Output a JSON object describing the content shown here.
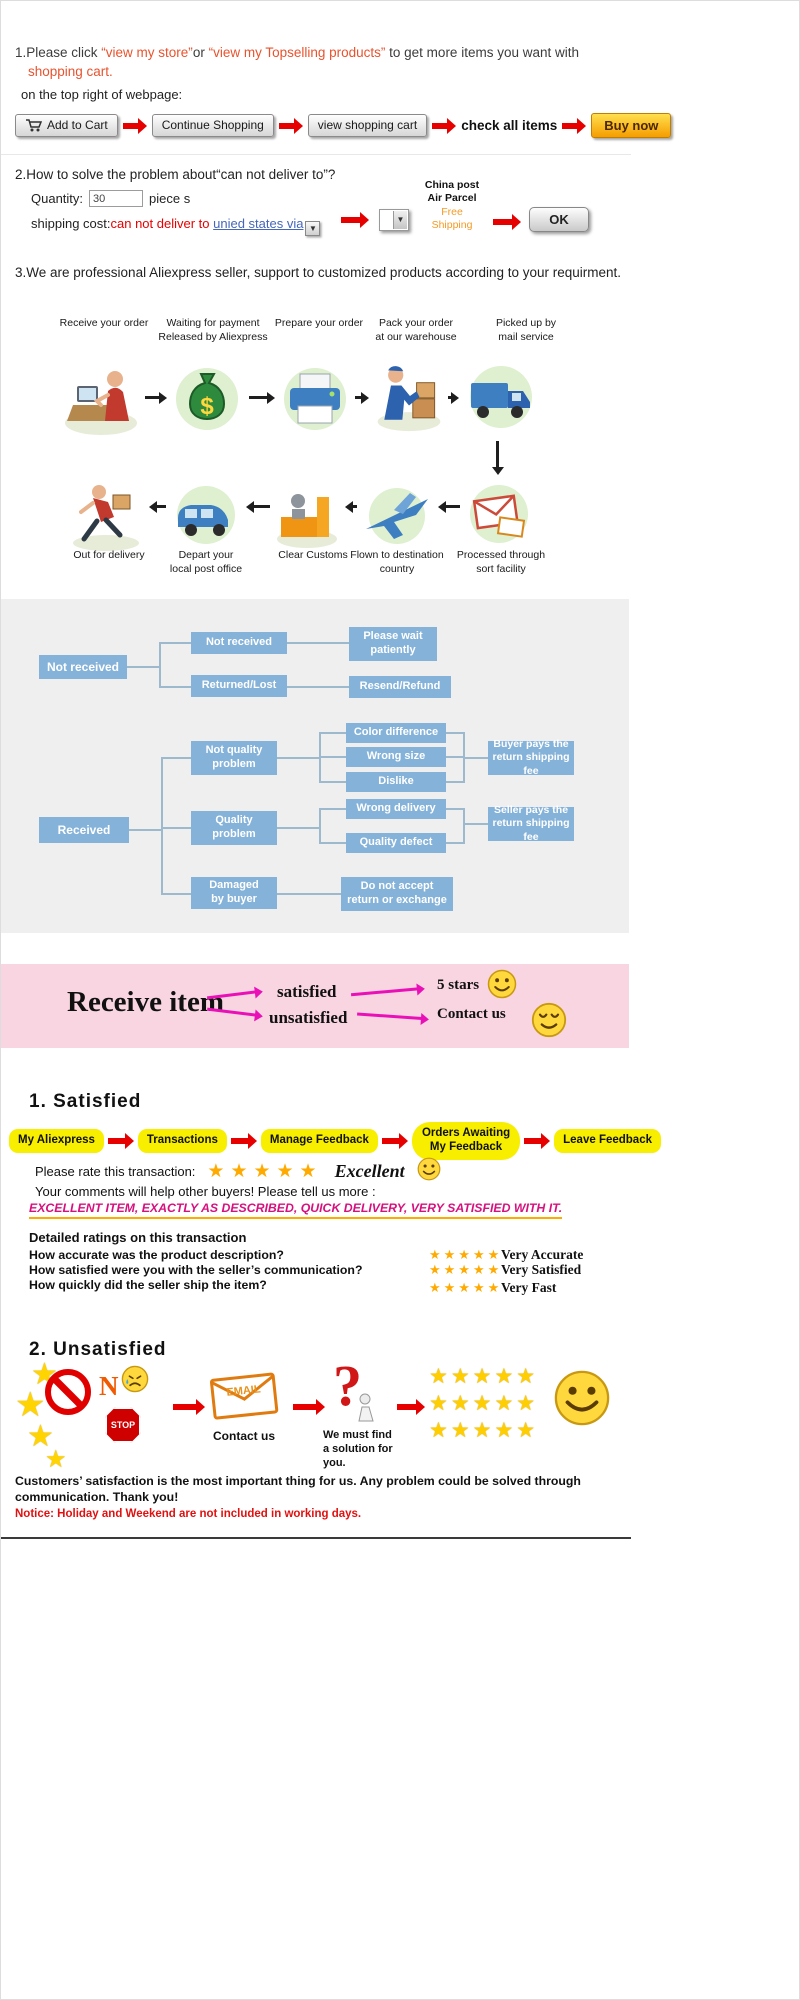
{
  "colors": {
    "accent_red": "#e60000",
    "link_orange": "#e8532e",
    "link_blue": "#4466bb",
    "free_shipping_orange": "#f59a23",
    "flow_box_blue": "#85b2d8",
    "flow_bg_gray": "#efefef",
    "banner_pink": "#f8d5e0",
    "magenta_arrow": "#ea10b8",
    "highlight_magenta": "#d6117e",
    "star_gold": "#ffaa00",
    "button_yellow": "#f7ee00"
  },
  "icons": {
    "cart-icon": "svg-cart",
    "chevron-down-icon": "▼",
    "red-arrow-icon": "css-arrow-right",
    "black-arrow-icon": "css-arrow",
    "magenta-arrow-icon": "css-arrow-right",
    "smiley-face-icon": "svg-smiley",
    "squint-smiley-icon": "svg-smiley-closed-eyes",
    "crying-face-icon": "svg-sad-face",
    "no-sign-icon": "css-prohibition-circle",
    "stop-sign-icon": "css-octagon",
    "envelope-icon": "svg-envelope",
    "question-figure-icon": "svg-question-person",
    "star-icon": "★"
  },
  "money_symbol": "$",
  "intro": {
    "prefix": "1.Please click ",
    "store_link": "“view my store”",
    "or_text": "or ",
    "topselling_link": "“view my Topselling products”",
    "suffix": " to get more items you want with",
    "line2": "shopping cart.",
    "line3": "on the top right of webpage:"
  },
  "cart_flow": {
    "add_to_cart": "Add to Cart",
    "continue_shopping": "Continue Shopping",
    "view_cart": "view shopping cart",
    "check_all": "check all items",
    "buy_now": "Buy now"
  },
  "deliver": {
    "heading": "2.How to solve the problem about“can not deliver to”?",
    "quantity_label": "Quantity:",
    "quantity_value": "30",
    "quantity_unit": "piece s",
    "shipping_label": "shipping cost:",
    "cannot_deliver": "can not deliver to",
    "country_link": "unied states via",
    "china_post": "China post\nAir Parcel",
    "free_shipping": "Free\nShipping",
    "ok_label": "OK"
  },
  "seller_note": "3.We are professional Aliexpress seller, support to customized products according to your requirment.",
  "process": {
    "top_labels": [
      "Receive your order",
      "Waiting for payment\nReleased by Aliexpress",
      "Prepare your order",
      "Pack your order\nat our warehouse",
      "Picked up by\nmail service"
    ],
    "bottom_labels": [
      "Out for delivery",
      "Depart your\nlocal post office",
      "Clear Customs",
      "Flown to destination\ncountry",
      "Processed through\nsort facility"
    ]
  },
  "flowchart": {
    "not_received": "Not received",
    "received": "Received",
    "nr_branch1": "Not received",
    "nr_branch2": "Returned/Lost",
    "wait": "Please wait\npatiently",
    "resend": "Resend/Refund",
    "not_quality": "Not quality\nproblem",
    "quality": "Quality\nproblem",
    "damaged": "Damaged\nby buyer",
    "color_diff": "Color difference",
    "wrong_size": "Wrong size",
    "dislike": "Dislike",
    "wrong_delivery": "Wrong delivery",
    "quality_defect": "Quality defect",
    "no_return": "Do not accept\nreturn or exchange",
    "buyer_pays": "Buyer pays the\nreturn shipping fee",
    "seller_pays": "Seller pays the\nreturn shipping fee"
  },
  "banner": {
    "title": "Receive item",
    "satisfied": "satisfied",
    "unsatisfied": "unsatisfied",
    "five_stars": "5 stars",
    "contact_us": "Contact us"
  },
  "satisfied": {
    "heading": "1. Satisfied",
    "nav_buttons": [
      "My Aliexpress",
      "Transactions",
      "Manage Feedback",
      "Orders Awaiting\nMy Feedback",
      "Leave Feedback"
    ],
    "rate_label": "Please rate this transaction:",
    "stars": "★★★★★",
    "excellent": "Excellent",
    "comments_line": "Your comments will help other buyers! Please tell us more :",
    "example_comment": "EXCELLENT ITEM, EXACTLY AS DESCRIBED, QUICK DELIVERY, VERY SATISFIED WITH IT.",
    "detailed_heading": "Detailed ratings on this transaction",
    "questions": [
      "How accurate was the product description?",
      "How satisfied were you with the seller’s communication?",
      "How quickly did the seller ship the item?"
    ],
    "answers": [
      "Very Accurate",
      "Very Satisfied",
      "Very Fast"
    ]
  },
  "unsatisfied": {
    "heading": "2. Unsatisfied",
    "n_letter": "N",
    "stop_label": "STOP",
    "email_label": "EMAIL",
    "question_mark": "?",
    "contact_us": "Contact us",
    "solution_note": "We must find\na solution for\nyou.",
    "stars_row": "★★★★★"
  },
  "footer": {
    "message": "Customers’ satisfaction is the most important thing for us. Any problem could be solved through\ncommunication. Thank you!",
    "notice": "Notice: Holiday and Weekend are not included in working days."
  }
}
